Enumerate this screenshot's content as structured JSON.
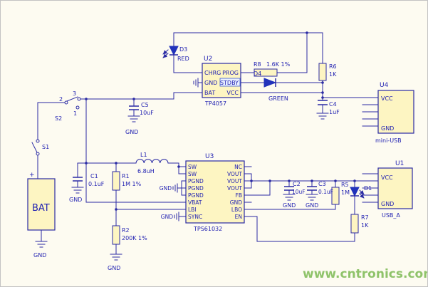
{
  "watermark": "www.cntronics.com",
  "colors": {
    "background": "#fdfbf1",
    "wire": "#2a2aa4",
    "component_fill": "#fdf5c2",
    "label_text": "#2222b2",
    "watermark_green": "#8fc36a"
  },
  "power": {
    "gnd": "GND",
    "plus": "+"
  },
  "battery": {
    "label": "BAT"
  },
  "switches": {
    "s1": "S1",
    "s2": "S2",
    "s2_terminals": {
      "t1": "1",
      "t2": "2",
      "t3": "3"
    }
  },
  "u2": {
    "ref": "U2",
    "part": "TP4057",
    "pins_left": [
      "CHRG",
      "GND",
      "BAT"
    ],
    "pins_right": [
      "PROG",
      "STDBY",
      "VCC"
    ]
  },
  "u3": {
    "ref": "U3",
    "part": "TPS61032",
    "pins_left": [
      "SW",
      "SW",
      "PGND",
      "PGND",
      "PGND",
      "VBAT",
      "LBI",
      "SYNC"
    ],
    "pins_right": [
      "NC",
      "VOUT",
      "VOUT",
      "VOUT",
      "FB",
      "GND",
      "LBO",
      "EN"
    ]
  },
  "u4": {
    "ref": "U4",
    "part": "mini-USB",
    "pin_vcc": "VCC",
    "pin_gnd": "GND"
  },
  "u1": {
    "ref": "U1",
    "part": "USB_A",
    "pin_vcc": "VCC",
    "pin_gnd": "GND"
  },
  "resistors": {
    "r1": {
      "ref": "R1",
      "value": "1M 1%"
    },
    "r2": {
      "ref": "R2",
      "value": "200K 1%"
    },
    "r5": {
      "ref": "R5",
      "value": "1M"
    },
    "r6": {
      "ref": "R6",
      "value": "1K"
    },
    "r7": {
      "ref": "R7",
      "value": "1K"
    },
    "r8": {
      "ref": "R8",
      "value": "1.6K 1%"
    }
  },
  "capacitors": {
    "c1": {
      "ref": "C1",
      "value": "0.1uF"
    },
    "c2": {
      "ref": "C2",
      "value": "10uF"
    },
    "c3": {
      "ref": "C3",
      "value": "0.1uF"
    },
    "c4": {
      "ref": "C4",
      "value": "1uF"
    },
    "c5": {
      "ref": "C5",
      "value": "10uF"
    }
  },
  "inductor": {
    "ref": "L1",
    "value": "6.8uH"
  },
  "diodes": {
    "d1": {
      "ref": "D1"
    },
    "d3": {
      "ref": "D3",
      "color": "RED"
    },
    "d4": {
      "ref": "D4",
      "color": "GREEN"
    }
  }
}
